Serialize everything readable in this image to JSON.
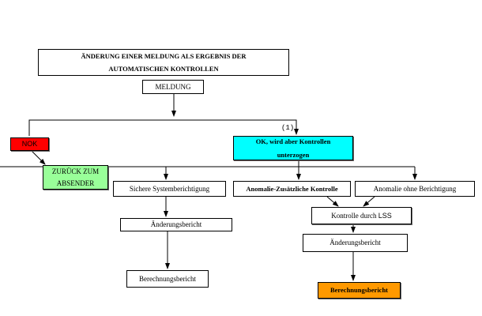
{
  "diagram": {
    "title_lines": [
      "ÄNDERUNG EINER MELDUNG ALS ERGEBNIS DER",
      "AUTOMATISCHEN KONTROLLEN"
    ],
    "nodes": {
      "meldung": "MELDUNG",
      "nok": "NOK",
      "zurueck_lines": [
        "ZURÜCK ZUM",
        "ABSENDER"
      ],
      "ok_lines": [
        "OK, wird aber Kontrollen",
        "unterzogen"
      ],
      "ok_annotation": "(1)",
      "sichere": "Sichere Systemberichtigung",
      "anomalie_zusaetzlich": "Anomalie-Zusätzliche Kontrolle",
      "anomalie_ohne": "Anomalie ohne Berichtigung",
      "kontrolle_prefix": "Kontrolle durch ",
      "kontrolle_lss": "LSS",
      "aenderung_left": "Änderungsbericht",
      "aenderung_right": "Änderungsbericht",
      "berechnung_left": "Berechnungsbericht",
      "berechnung_right": "Berechnungsbericht"
    },
    "colors": {
      "nok": "#ff0000",
      "zurueck": "#99ff99",
      "ok": "#00ffff",
      "berechnung_highlight": "#ff9900"
    }
  }
}
